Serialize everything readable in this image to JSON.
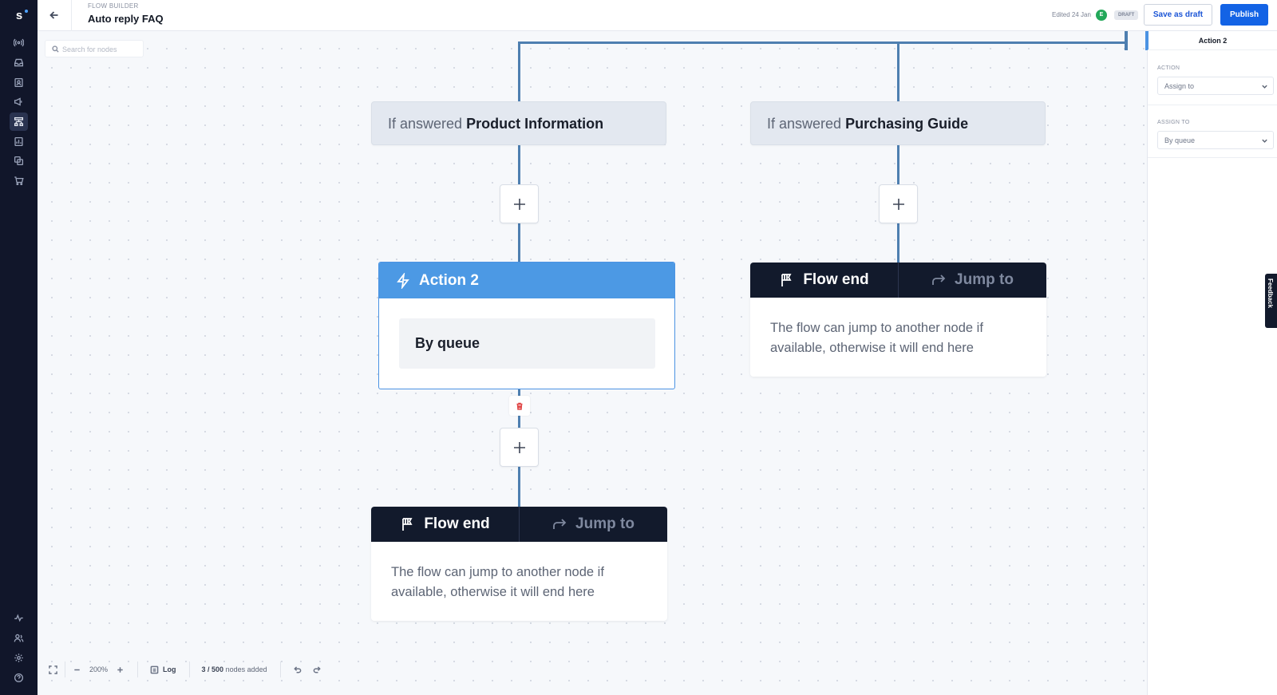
{
  "header": {
    "breadcrumb": "FLOW BUILDER",
    "title": "Auto reply FAQ",
    "edited": "Edited 24 Jan",
    "avatar_initial": "E",
    "status_badge": "DRAFT",
    "save_draft_label": "Save as draft",
    "publish_label": "Publish"
  },
  "rail": {
    "logo": "s",
    "items": [
      "broadcast-icon",
      "inbox-icon",
      "contacts-icon",
      "campaigns-icon",
      "flow-builder-icon",
      "reports-icon",
      "integrations-icon",
      "shop-icon"
    ],
    "bottom_items": [
      "activity-icon",
      "team-icon",
      "settings-icon",
      "help-icon"
    ],
    "active_item": "flow-builder-icon"
  },
  "canvas": {
    "search_placeholder": "Search for nodes",
    "conditions": [
      {
        "prefix": "If answered",
        "answer": "Product Information"
      },
      {
        "prefix": "If answered",
        "answer": "Purchasing Guide"
      }
    ],
    "action_node": {
      "title": "Action 2",
      "value": "By queue"
    },
    "end_nodes": [
      {
        "end_label": "Flow end",
        "jump_label": "Jump to",
        "text": "The flow can jump to another node if available, otherwise it will end here"
      },
      {
        "end_label": "Flow end",
        "jump_label": "Jump to",
        "text": "The flow can jump to another node if available, otherwise it will end here"
      }
    ]
  },
  "bottombar": {
    "zoom": "200%",
    "log_label": "Log",
    "nodes_count": "3 / 500",
    "nodes_suffix": "nodes added"
  },
  "panel": {
    "title": "Action 2",
    "action_label": "ACTION",
    "action_value": "Assign to",
    "assign_label": "ASSIGN TO",
    "assign_value": "By queue"
  },
  "feedback_label": "Feedback",
  "colors": {
    "rail_bg": "#11162a",
    "accent_blue": "#1363e5",
    "action_header": "#4c99e4",
    "end_header": "#121a2c",
    "connector": "#4e7fb0"
  }
}
